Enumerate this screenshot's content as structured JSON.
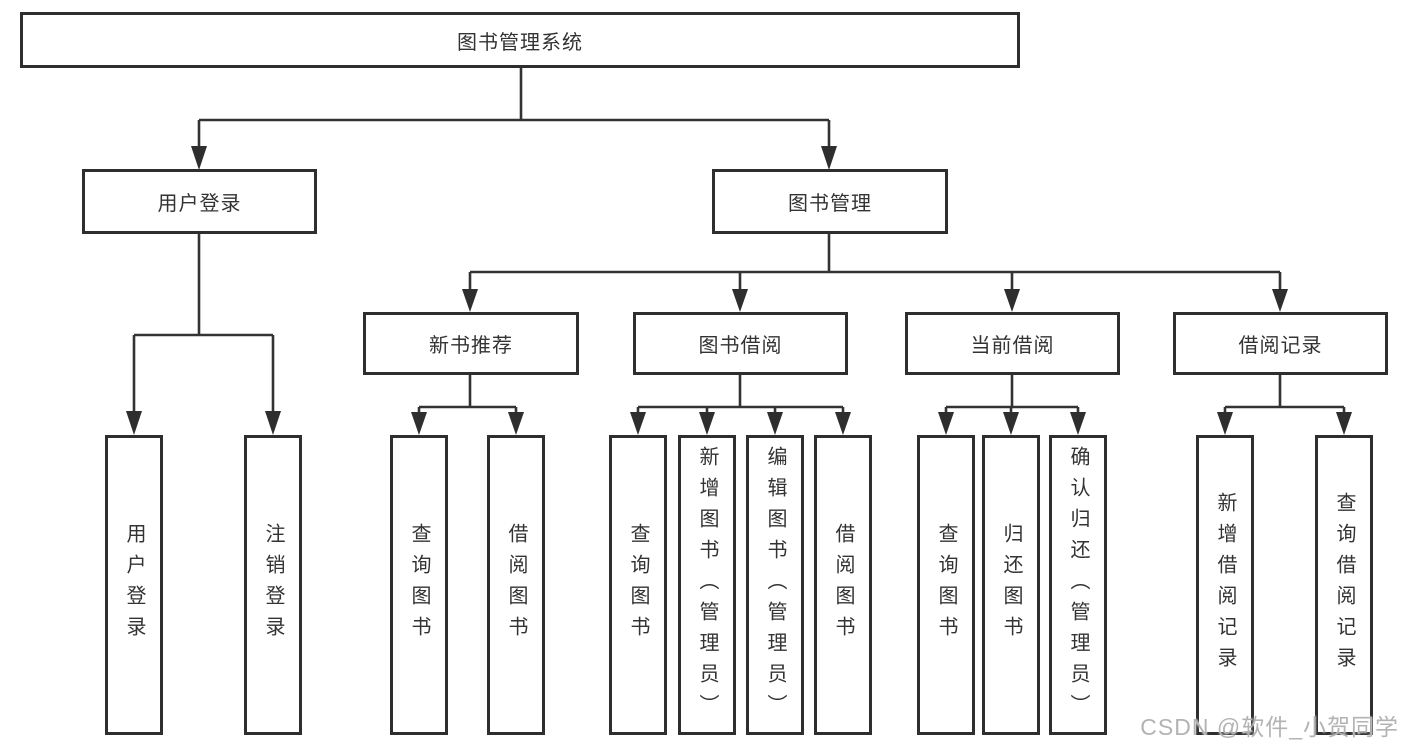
{
  "tree": {
    "root": {
      "label": "图书管理系统",
      "children": [
        {
          "label": "用户登录",
          "children": [
            {
              "label": "用户登录"
            },
            {
              "label": "注销登录"
            }
          ]
        },
        {
          "label": "图书管理",
          "children": [
            {
              "label": "新书推荐",
              "children": [
                {
                  "label": "查询图书"
                },
                {
                  "label": "借阅图书"
                }
              ]
            },
            {
              "label": "图书借阅",
              "children": [
                {
                  "label": "查询图书"
                },
                {
                  "label": "新增图书（管理员）"
                },
                {
                  "label": "编辑图书（管理员）"
                },
                {
                  "label": "借阅图书"
                }
              ]
            },
            {
              "label": "当前借阅",
              "children": [
                {
                  "label": "查询图书"
                },
                {
                  "label": "归还图书"
                },
                {
                  "label": "确认归还（管理员）"
                }
              ]
            },
            {
              "label": "借阅记录",
              "children": [
                {
                  "label": "新增借阅记录"
                },
                {
                  "label": "查询借阅记录"
                }
              ]
            }
          ]
        }
      ]
    }
  },
  "watermark": {
    "text": "CSDN @软件_小贺同学"
  },
  "colors": {
    "line": "#333333",
    "box_border": "#2e2e2e",
    "text": "#333333",
    "watermark": "#b3b3b3",
    "background": "#ffffff"
  }
}
